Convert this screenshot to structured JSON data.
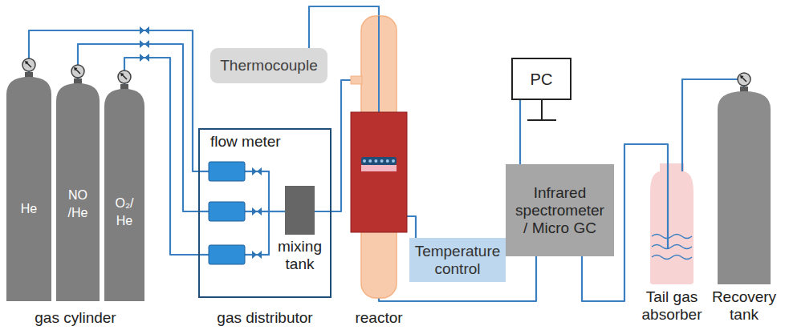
{
  "diagram": {
    "nodes": [
      {
        "text": [
          "He"
        ]
      },
      {
        "text": [
          "NO /He"
        ]
      },
      {
        "text": [
          "O₂/ He"
        ]
      },
      {
        "text": [
          "gas distributor"
        ]
      },
      {
        "text": [
          "mixing tank"
        ],
        "in": 3
      },
      {
        "text": [
          "Thermocouple"
        ]
      },
      {
        "text": [
          "reactor"
        ]
      },
      {
        "text": [
          "Temperature control"
        ]
      },
      {
        "text": [
          "PC"
        ]
      },
      {
        "text": [
          "Infrared spectrometer / Micro GC"
        ]
      },
      {
        "text": [
          "Tail gas absorber"
        ]
      },
      {
        "text": [
          "Recovery tank"
        ]
      }
    ],
    "edges": [
      {
        "from": 0,
        "to": 3,
        "arrow": "none"
      },
      {
        "from": 1,
        "to": 3,
        "arrow": "none"
      },
      {
        "from": 2,
        "to": 3,
        "arrow": "none"
      },
      {
        "from": 4,
        "to": 6,
        "arrow": "none"
      },
      {
        "from": 5,
        "to": 6,
        "arrow": "none"
      },
      {
        "from": 6,
        "to": 7,
        "arrow": "none"
      },
      {
        "from": 6,
        "to": 9,
        "arrow": "none"
      },
      {
        "from": 9,
        "to": 8,
        "arrow": "none"
      },
      {
        "from": 9,
        "to": 10,
        "arrow": "none"
      },
      {
        "from": 10,
        "to": 11,
        "arrow": "none"
      }
    ],
    "labels": [
      "gas cylinder",
      "flow meter"
    ]
  }
}
